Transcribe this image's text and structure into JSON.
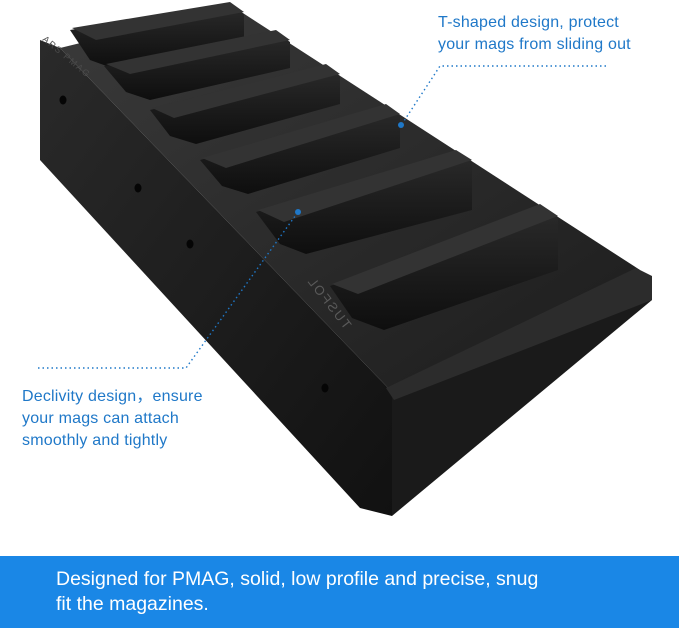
{
  "callouts": {
    "top_line1": "T-shaped design, protect",
    "top_line2": "your mags from sliding out",
    "left_line1": "Declivity design，ensure",
    "left_line2": "your mags can attach",
    "left_line3": "smoothly and tightly"
  },
  "product": {
    "engraving_brand": "TUSFOL",
    "engraving_side": "ARS PMAG",
    "color": "#141414"
  },
  "banner": {
    "line1": "Designed for PMAG, solid, low profile and precise, snug",
    "line2": "fit the magazines.",
    "background": "#1a87e6"
  },
  "colors": {
    "callout_text": "#1f78c8",
    "leader_line": "#1f78c8"
  }
}
